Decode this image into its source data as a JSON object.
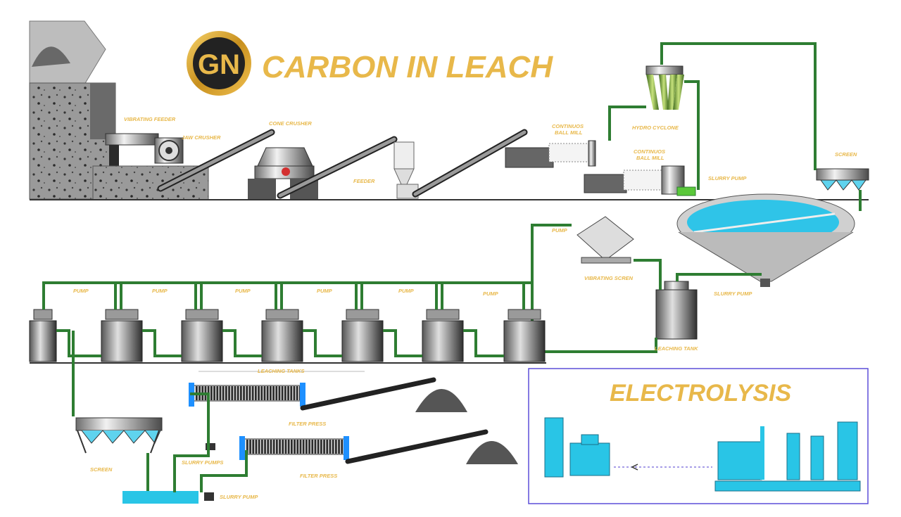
{
  "title": "CARBON IN LEACH",
  "logo_text": "GN",
  "colors": {
    "label": "#e8b84a",
    "pipe": "#2e7d32",
    "water": "#29c5e6",
    "frame": "#5b4ed8"
  },
  "labels": {
    "vibrating_feeder": "VIBRATING FEEDER",
    "jaw_crusher": "JAW CRUSHER",
    "cone_crusher": "CONE CRUSHER",
    "feeder": "FEEDER",
    "ball_mill_1_line1": "CONTINUOS",
    "ball_mill_1_line2": "BALL MILL",
    "hydro_cyclone": "HYDRO CYCLONE",
    "ball_mill_2_line1": "CONTINUOS",
    "ball_mill_2_line2": "BALL MILL",
    "slurry_pump_top": "SLURRY PUMP",
    "screen_top": "SCREEN",
    "pump_upper": "PUMP",
    "vibrating_screen": "VIBRATING SCREN",
    "slurry_pump_mid": "SLURRY PUMP",
    "leaching_tank": "LEACHING TANK",
    "pumps": [
      "PUMP",
      "PUMP",
      "PUMP",
      "PUMP",
      "PUMP",
      "PUMP"
    ],
    "leaching_tanks": "LEACHING TANKS",
    "filter_press_1": "FILTER PRESS",
    "filter_press_2": "FILTER PRESS",
    "screen_bottom": "SCREEN",
    "slurry_pumps": "SLURRY PUMPS",
    "slurry_pump_bottom": "SLURRY PUMP",
    "electrolysis": "ELECTROLYSIS"
  }
}
